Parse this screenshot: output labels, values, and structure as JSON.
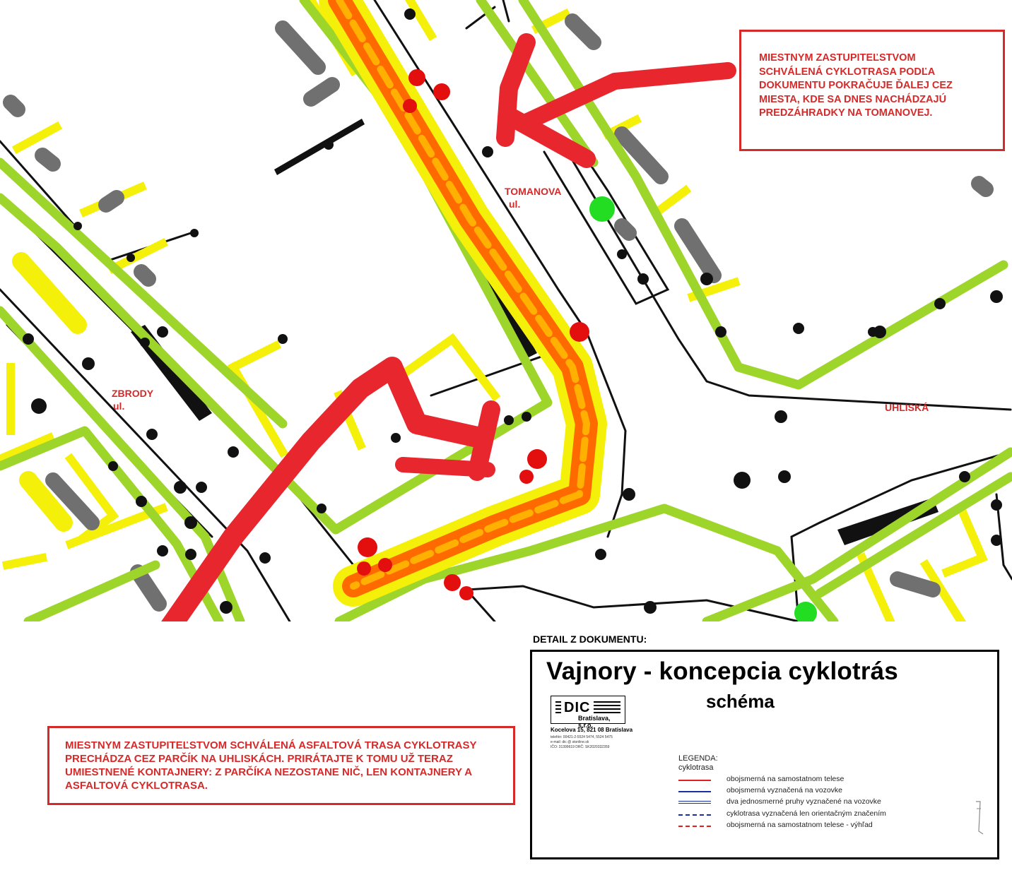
{
  "streets": {
    "tomanova": "TOMANOVA",
    "tomanova_suffix": "ul.",
    "zbrody": "ZBRODY",
    "zbrody_suffix": "ul.",
    "uhliska": "UHLISKÁ"
  },
  "note_top": {
    "lines": [
      "MIESTNYM ZASTUPITEĽSTVOM",
      "SCHVÁLENÁ CYKLOTRASA PODĽA",
      "DOKUMENTU POKRAČUJE ĎALEJ CEZ",
      "MIESTA, KDE SA DNES NACHÁDZAJÚ",
      "PREDZÁHRADKY NA TOMANOVEJ."
    ]
  },
  "note_bottom": {
    "lines": [
      "MIESTNYM ZASTUPITEĽSTVOM SCHVÁLENÁ ASFALTOVÁ TRASA CYKLOTRASY",
      "PRECHÁDZA CEZ PARČÍK NA UHLISKÁCH. PRIRÁTAJTE K TOMU UŽ TERAZ",
      "UMIESTNENÉ KONTAJNERY: Z PARČÍKA NEZOSTANE NIČ, LEN KONTAJNERY A",
      "ASFALTOVÁ CYKLOTRASA."
    ]
  },
  "document": {
    "caption": "DETAIL Z DOKUMENTU:",
    "title": "Vajnory - koncepcia cyklotrás",
    "subtitle": "schéma",
    "company_mark": "DIC",
    "company_name": "Bratislava, s.r.o.",
    "address": "Kocelova 15, 821 08  Bratislava",
    "contact_line_1": "telefón: 00421-2-5524 5474, 5524 5475",
    "contact_line_2": "e-mail:  dic @ stonline.sk",
    "contact_line_3": "IČO:  31399619        DRČ:  SK2020332359",
    "legend_title": "LEGENDA:",
    "legend_subtitle": "cyklotrasa",
    "legend": [
      {
        "label": "obojsmerná na samostatnom telese",
        "color": "#e02020",
        "style": "solid"
      },
      {
        "label": "obojsmerná vyznačená na vozovke",
        "color": "#1a2fa0",
        "style": "solid"
      },
      {
        "label": "dva jednosmerné pruhy vyznačené na vozovke",
        "color": "#1a2fa0",
        "style": "double"
      },
      {
        "label": "cyklotrasa vyznačená len orientačným značením",
        "color": "#1a2fa0",
        "style": "dashed"
      },
      {
        "label": "obojsmerná na samostatnom telese - výhľad",
        "color": "#e02020",
        "style": "dashed"
      }
    ]
  },
  "colors": {
    "annotation_red": "#d42a2a",
    "arrow_red": "#e8262e",
    "road_green": "#9ed52a",
    "plot_yellow": "#f5f00a",
    "route_orange": "#ff7a00",
    "building_black": "#111111",
    "tree_gray": "#707070",
    "bush_green": "#22dd22"
  }
}
